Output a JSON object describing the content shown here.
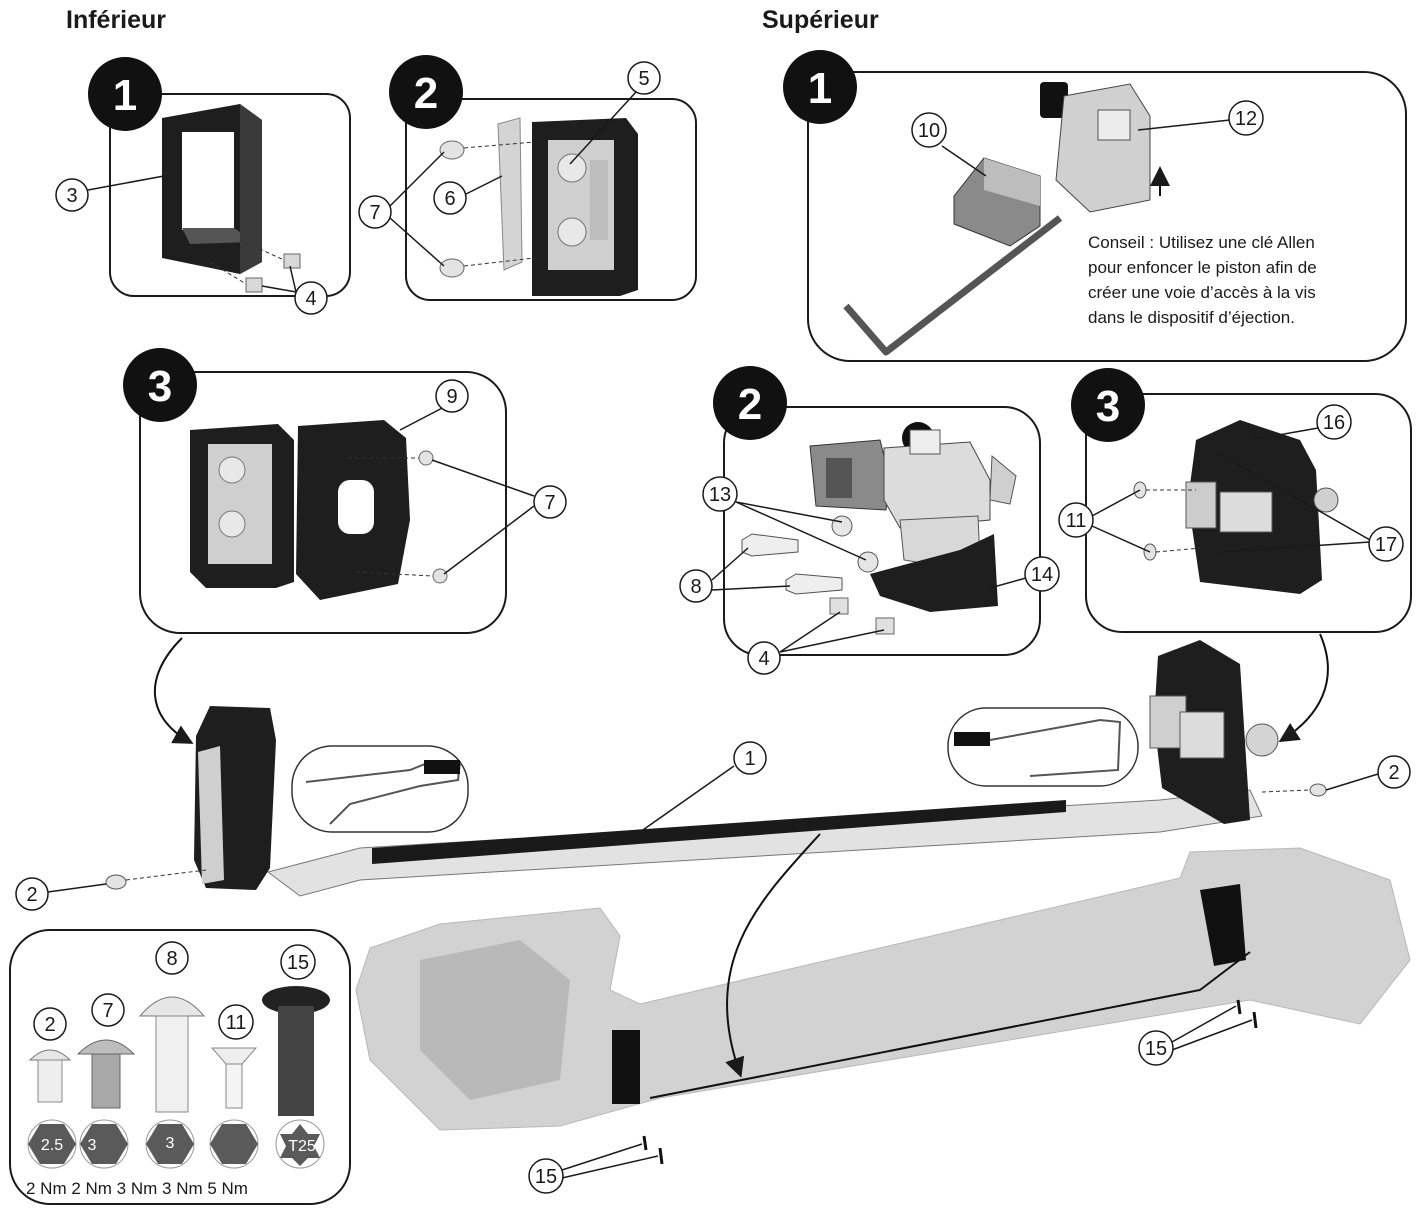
{
  "headings": {
    "lower": "Inférieur",
    "upper": "Supérieur"
  },
  "steps": {
    "lower_1": "1",
    "lower_2": "2",
    "lower_3": "3",
    "upper_1": "1",
    "upper_2": "2",
    "upper_3": "3"
  },
  "tip": {
    "lines": [
      "Conseil : Utilisez une clé Allen",
      "pour enfoncer le piston afin de",
      "créer une voie d’accès à la vis",
      "dans le dispositif d’éjection."
    ]
  },
  "callouts": {
    "c1": "1",
    "c2a": "2",
    "c2b": "2",
    "c2c": "2",
    "c3": "3",
    "c4a": "4",
    "c4b": "4",
    "c5": "5",
    "c6": "6",
    "c7a": "7",
    "c7b": "7",
    "c7c": "7",
    "c8a": "8",
    "c8b": "8",
    "c9": "9",
    "c10": "10",
    "c11a": "11",
    "c11b": "11",
    "c12": "12",
    "c13": "13",
    "c14": "14",
    "c15a": "15",
    "c15b": "15",
    "c15c": "15",
    "c16": "16",
    "c17": "17"
  },
  "hardware": {
    "tools": [
      "2.5",
      "3",
      "3",
      "",
      "T25"
    ],
    "torques": "2 Nm 2 Nm 3 Nm 3 Nm 5 Nm"
  },
  "colors": {
    "ink": "#1a1a1a",
    "part_dark": "#222222",
    "part_light": "#d9d9d9",
    "housing": "#c8c8c8",
    "tool_hex": "#5a5a5a"
  }
}
